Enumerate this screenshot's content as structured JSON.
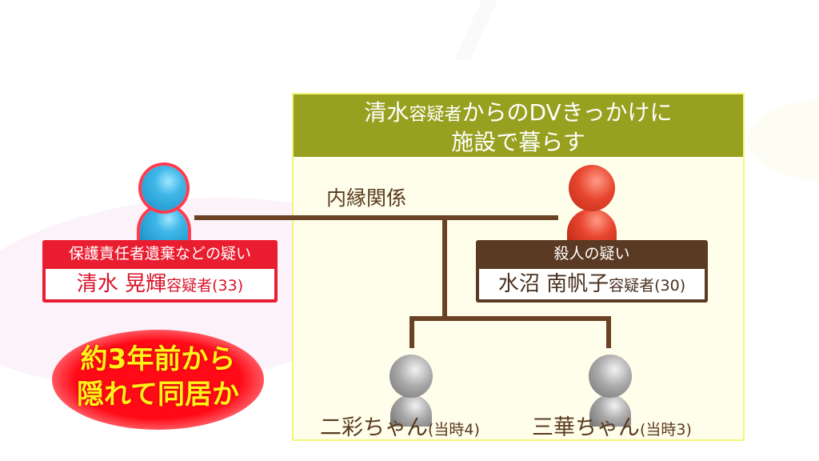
{
  "panel": {
    "title_line1_name": "清水",
    "title_line1_suffix": "容疑者",
    "title_line1_rest": "からのDVきっかけに",
    "title_line2": "施設で暮らす",
    "header_color": "#98a020"
  },
  "relationship_label": "内縁関係",
  "persons": {
    "father": {
      "suspicion": "保護責任者遺棄などの疑い",
      "name": "清水 晃輝",
      "suffix": "容疑者(33)",
      "color": "#3fb7e8",
      "card_color": "#ea1d30"
    },
    "mother": {
      "suspicion": "殺人の疑い",
      "name": "水沼 南帆子",
      "suffix": "容疑者(30)",
      "color": "#e8452e",
      "card_color": "#5a3a22"
    },
    "child1": {
      "name": "二彩ちゃん",
      "suffix": "(当時4)"
    },
    "child2": {
      "name": "三華ちゃん",
      "suffix": "(当時3)"
    }
  },
  "callout": {
    "line1": "約3年前から",
    "line2": "隠れて同居か",
    "color": "#ff0a16",
    "text_color": "#fff21a"
  }
}
